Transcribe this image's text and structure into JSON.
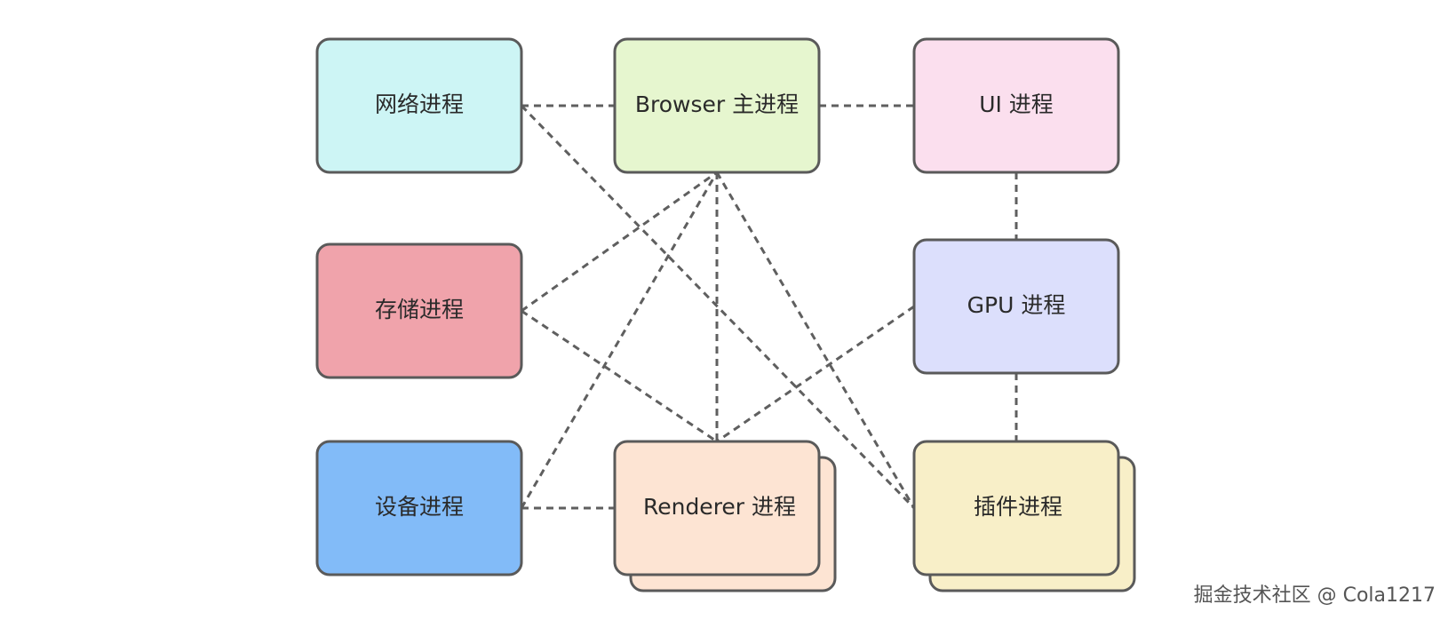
{
  "nodes": {
    "network": {
      "label": "网络进程",
      "color": "#cdf5f5"
    },
    "browser": {
      "label": "Browser 主进程",
      "color": "#e6f6cf"
    },
    "ui": {
      "label": "UI 进程",
      "color": "#fbdfee"
    },
    "storage": {
      "label": "存储进程",
      "color": "#f0a3ab"
    },
    "gpu": {
      "label": "GPU 进程",
      "color": "#dcdffc"
    },
    "device": {
      "label": "设备进程",
      "color": "#82bbf8"
    },
    "renderer": {
      "label": "Renderer 进程",
      "color": "#fde4d3"
    },
    "plugin": {
      "label": "插件进程",
      "color": "#f8efc8"
    }
  },
  "edges": [
    [
      "network",
      "browser"
    ],
    [
      "browser",
      "ui"
    ],
    [
      "ui",
      "gpu"
    ],
    [
      "gpu",
      "plugin"
    ],
    [
      "device",
      "renderer"
    ],
    [
      "network",
      "plugin"
    ],
    [
      "storage",
      "browser"
    ],
    [
      "storage",
      "renderer"
    ],
    [
      "device",
      "browser"
    ],
    [
      "browser",
      "renderer"
    ],
    [
      "browser",
      "plugin"
    ],
    [
      "gpu",
      "renderer"
    ]
  ],
  "watermark": "掘金技术社区 @ Cola1217"
}
